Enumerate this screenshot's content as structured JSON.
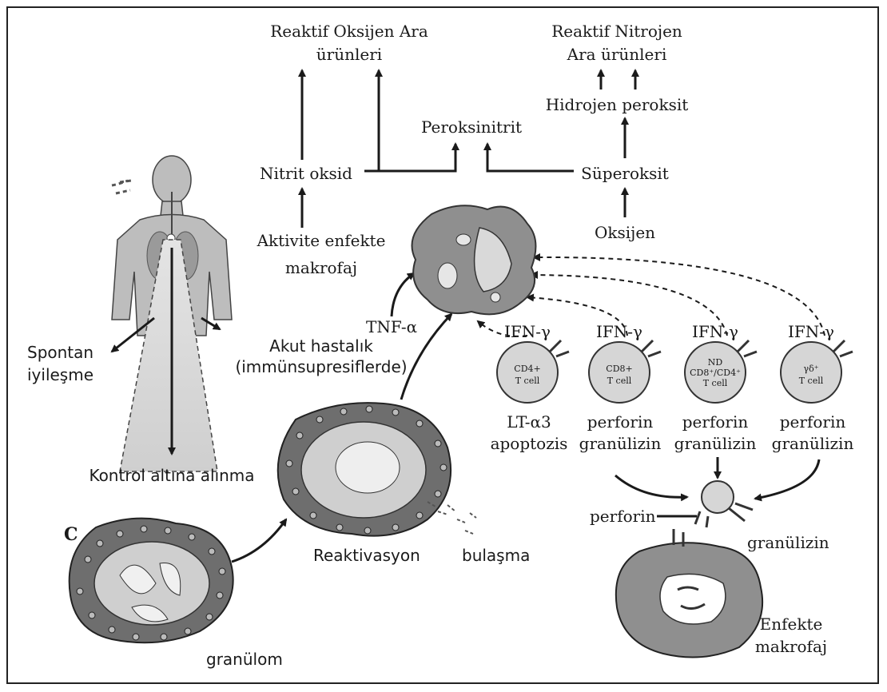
{
  "labels": {
    "roi_line1": "Reaktif Oksijen Ara",
    "roi_line2": "ürünleri",
    "rni_line1": "Reaktif Nitrojen",
    "rni_line2": "Ara ürünleri",
    "hydrogen_peroxide": "Hidrojen peroksit",
    "peroxynitrite": "Peroksinitrit",
    "nitric_oxide": "Nitrit oksid",
    "superoxide": "Süperoksit",
    "oxygen": "Oksijen",
    "activated_macrophage_line1": "Aktivite enfekte",
    "activated_macrophage_line2": "makrofaj",
    "tnf": "TNF-α",
    "acute_line1": "Akut hastalık",
    "acute_line2": "(immünsupresiflerde)",
    "spontaneous_line1": "Spontan",
    "spontaneous_line2": "iyileşme",
    "control": "Kontrol altına alınma",
    "panel_letter": "C",
    "granuloma": "granülom",
    "reactivation": "Reaktivasyon",
    "transmission": "bulaşma",
    "perforin_label": "perforin",
    "granulysin_label": "granülizin",
    "infected_line1": "Enfekte",
    "infected_line2": "makrofaj"
  },
  "t_cells": [
    {
      "ifn": "IFN-γ",
      "cell_line1": "CD4+",
      "cell_line2": "T cell",
      "cell_line3": "",
      "out_line1": "LT-α3",
      "out_line2": "apoptozis"
    },
    {
      "ifn": "IFN-γ",
      "cell_line1": "CD8+",
      "cell_line2": "T cell",
      "cell_line3": "",
      "out_line1": "perforin",
      "out_line2": "granülizin"
    },
    {
      "ifn": "IFN-γ",
      "cell_line1": "ND",
      "cell_line2": "CD8⁺/CD4⁺",
      "cell_line3": "T cell",
      "out_line1": "perforin",
      "out_line2": "granülizin"
    },
    {
      "ifn": "IFN-γ",
      "cell_line1": "γδ⁺",
      "cell_line2": "T cell",
      "cell_line3": "",
      "out_line1": "perforin",
      "out_line2": "granülizin"
    }
  ],
  "colors": {
    "line": "#1a1a1a",
    "cell_fill": "#d6d6d6",
    "macrophage_fill": "#8f8f8f",
    "granuloma_fill": "#6e6e6e",
    "body_fill": "#bdbdbd"
  }
}
